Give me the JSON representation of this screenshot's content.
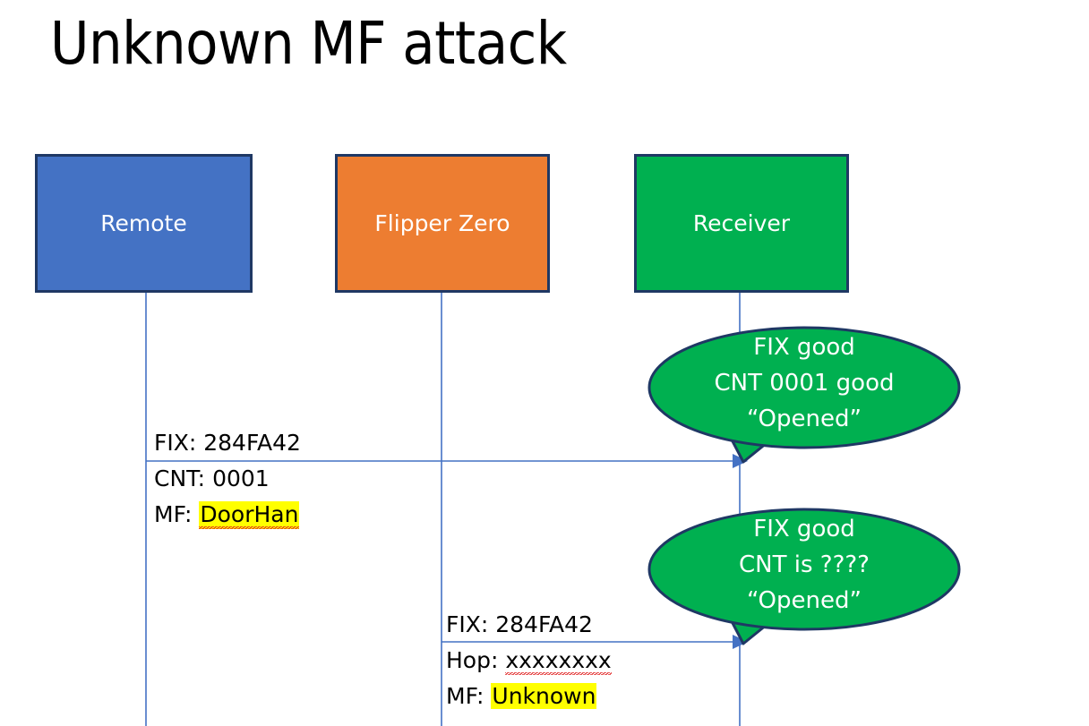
{
  "slide": {
    "title": "Unknown MF attack",
    "background_color": "#FFFFFF"
  },
  "colors": {
    "remote_fill": "#4472C4",
    "flipper_fill": "#ED7D31",
    "receiver_fill": "#00B050",
    "box_border": "#1F3864",
    "line": "#4472C4",
    "highlight": "#FFFF00",
    "spellcheck_underline": "#E02020",
    "bubble_fill": "#00B050",
    "bubble_border": "#1F3864",
    "text": "#000000",
    "label_text": "#FFFFFF"
  },
  "actors": [
    {
      "id": "remote",
      "label": "Remote"
    },
    {
      "id": "flipper",
      "label": "Flipper Zero"
    },
    {
      "id": "receiver",
      "label": "Receiver"
    }
  ],
  "messages": [
    {
      "id": "remote-to-receiver",
      "from": "Remote",
      "to": "Receiver",
      "lines": [
        {
          "label": "FIX: ",
          "value": "284FA42",
          "highlight": false,
          "spellcheck": false
        },
        {
          "label": "CNT: ",
          "value": "0001",
          "highlight": false,
          "spellcheck": false
        },
        {
          "label": "MF: ",
          "value": "DoorHan",
          "highlight": true,
          "spellcheck": true
        }
      ]
    },
    {
      "id": "flipper-to-receiver",
      "from": "Flipper Zero",
      "to": "Receiver",
      "lines": [
        {
          "label": "FIX: ",
          "value": "284FA42",
          "highlight": false,
          "spellcheck": false
        },
        {
          "label": "Hop: ",
          "value": "xxxxxxxx",
          "highlight": false,
          "spellcheck": true
        },
        {
          "label": "MF: ",
          "value": "Unknown",
          "highlight": true,
          "spellcheck": false
        }
      ]
    }
  ],
  "callouts": [
    {
      "id": "callout-1",
      "lines": [
        "FIX good",
        "CNT 0001 good",
        "“Opened”"
      ]
    },
    {
      "id": "callout-2",
      "lines": [
        "FIX good",
        "CNT is ????",
        "“Opened”"
      ]
    }
  ]
}
